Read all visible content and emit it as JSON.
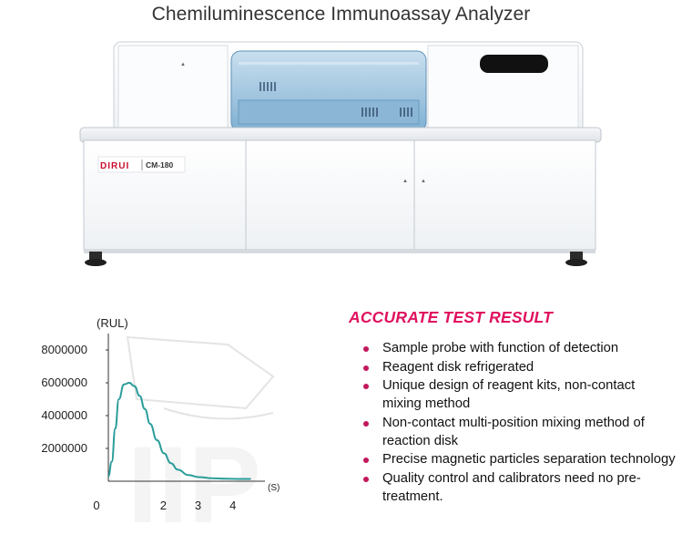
{
  "page": {
    "title": "Chemiluminescence Immunoassay Analyzer"
  },
  "device": {
    "brand": "DIRUI",
    "model": "CM-180"
  },
  "chart_data": {
    "type": "line",
    "ylabel": "(RUL)",
    "xlabel": "(S)",
    "y_ticks": [
      "8000000",
      "6000000",
      "4000000",
      "2000000"
    ],
    "x_ticks": [
      "0",
      "2",
      "3",
      "4"
    ],
    "series": [
      {
        "x": [
          0,
          0.1,
          0.2,
          0.3,
          0.45,
          0.6,
          0.75,
          0.9,
          1.05,
          1.2,
          1.4,
          1.6,
          1.8,
          2.0,
          2.3,
          2.6,
          3.0,
          3.4,
          3.8,
          4.1
        ],
        "y": [
          300000,
          1200000,
          3200000,
          5000000,
          5900000,
          6000000,
          5800000,
          5200000,
          4400000,
          3500000,
          2500000,
          1700000,
          1100000,
          700000,
          380000,
          250000,
          180000,
          150000,
          140000,
          140000
        ]
      }
    ],
    "ylim": [
      0,
      9000000
    ],
    "xlim": [
      0,
      4.4
    ],
    "line_color": "#2a9d9a"
  },
  "features": {
    "heading": "ACCURATE TEST RESULT",
    "items": [
      "Sample probe with function of detection",
      "Reagent disk refrigerated",
      "Unique design of reagent kits, non-contact mixing method",
      "Non-contact multi-position mixing method of reaction disk",
      "Precise magnetic particles separation technology",
      "Quality control and calibrators need no pre-treatment."
    ]
  }
}
